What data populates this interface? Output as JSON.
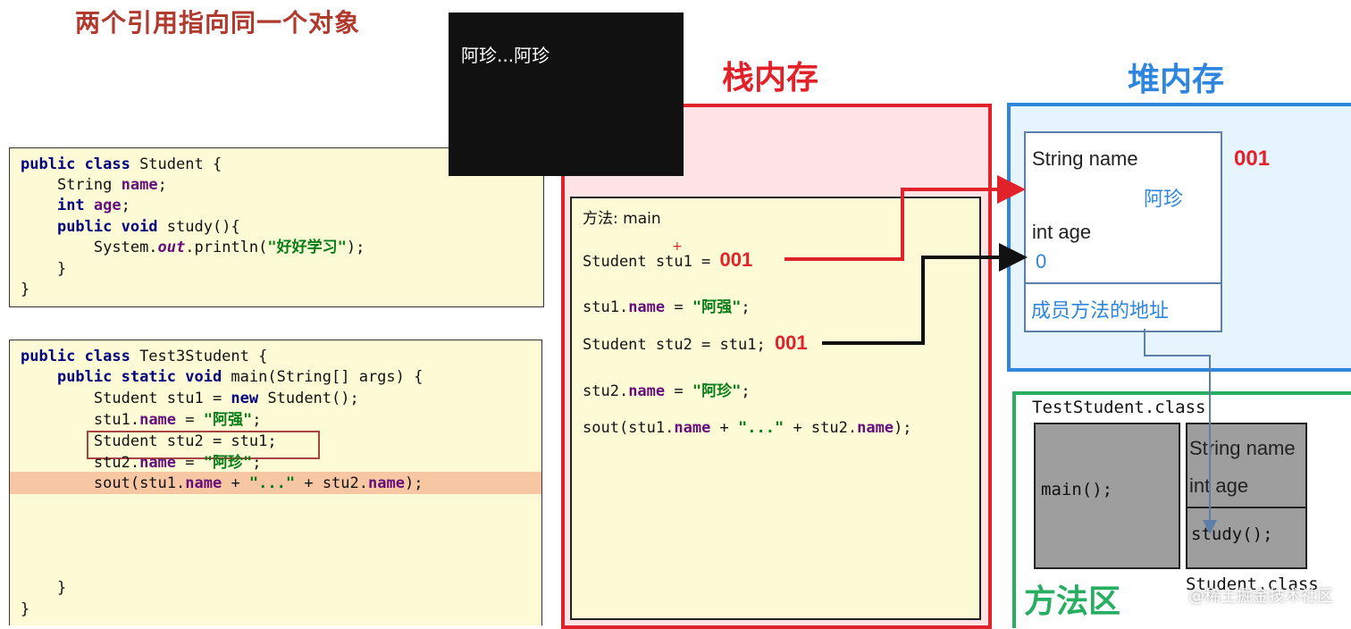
{
  "title": "两个引用指向同一个对象",
  "console": {
    "output": "阿珍...阿珍"
  },
  "student_class": {
    "lines": [
      {
        "kw1": "public class",
        "rest": " Student {"
      },
      {
        "type": "String",
        "field": "name",
        "end": ";"
      },
      {
        "type": "int",
        "field": "age",
        "end": ";"
      },
      {
        "kw": "public void",
        "rest": " study(){"
      },
      {
        "pre": "System.",
        "ital": "out",
        "mid": ".println(",
        "str": "\"好好学习\"",
        "end": ");"
      },
      {
        "text": "}"
      },
      {
        "text": "}"
      }
    ]
  },
  "test_class": {
    "l1_kw": "public class",
    "l1_rest": " Test3Student {",
    "l2_kw": "public static void",
    "l2_rest": " main(String[] args) {",
    "l3_a": "Student stu1 = ",
    "l3_kw": "new",
    "l3_b": " Student();",
    "l4_a": "stu1.",
    "l4_f": "name",
    "l4_b": " = ",
    "l4_s": "\"阿强\"",
    "l4_c": ";",
    "l5": "Student stu2 = stu1;",
    "l6_a": "stu2.",
    "l6_f": "name",
    "l6_b": " = ",
    "l6_s": "\"阿珍\"",
    "l6_c": ";",
    "l7_a": "sout(stu1.",
    "l7_f": "name",
    "l7_b": " + ",
    "l7_s": "\"...\"",
    "l7_c": " + stu2.",
    "l7_f2": "name",
    "l7_d": ");",
    "close1": "}",
    "close2": "}"
  },
  "stack": {
    "title": "栈内存",
    "frame_label": "方法: main",
    "l1": "Student stu1 = ",
    "l1_val": "001",
    "l2_a": "stu1.",
    "l2_f": "name",
    "l2_b": " = ",
    "l2_s": "\"阿强\"",
    "l2_c": ";",
    "l3": "Student stu2 = stu1; ",
    "l3_val": "001",
    "l4_a": "stu2.",
    "l4_f": "name",
    "l4_b": " = ",
    "l4_s": "\"阿珍\"",
    "l4_c": ";",
    "l5_a": "sout(stu1.",
    "l5_f": "name",
    "l5_b": " + ",
    "l5_s": "\"...\"",
    "l5_c": " + stu2.",
    "l5_f2": "name",
    "l5_d": ");"
  },
  "heap": {
    "title": "堆内存",
    "addr": "001",
    "field1": "String name",
    "value1": "阿珍",
    "field2": "int age",
    "value2": "0",
    "method_addr": "成员方法的地址"
  },
  "method_area": {
    "title": "方法区",
    "test_class": "TestStudent.class",
    "main": "main();",
    "field1": "String name",
    "field2": "int age",
    "study": "study();",
    "student_class": "Student.class"
  },
  "watermark": "@稀土掘金技术社区",
  "colors": {
    "stack_border": "#e2222a",
    "heap_border": "#2e86de",
    "method_border": "#27ae60",
    "highlight": "#f7c6a3"
  }
}
